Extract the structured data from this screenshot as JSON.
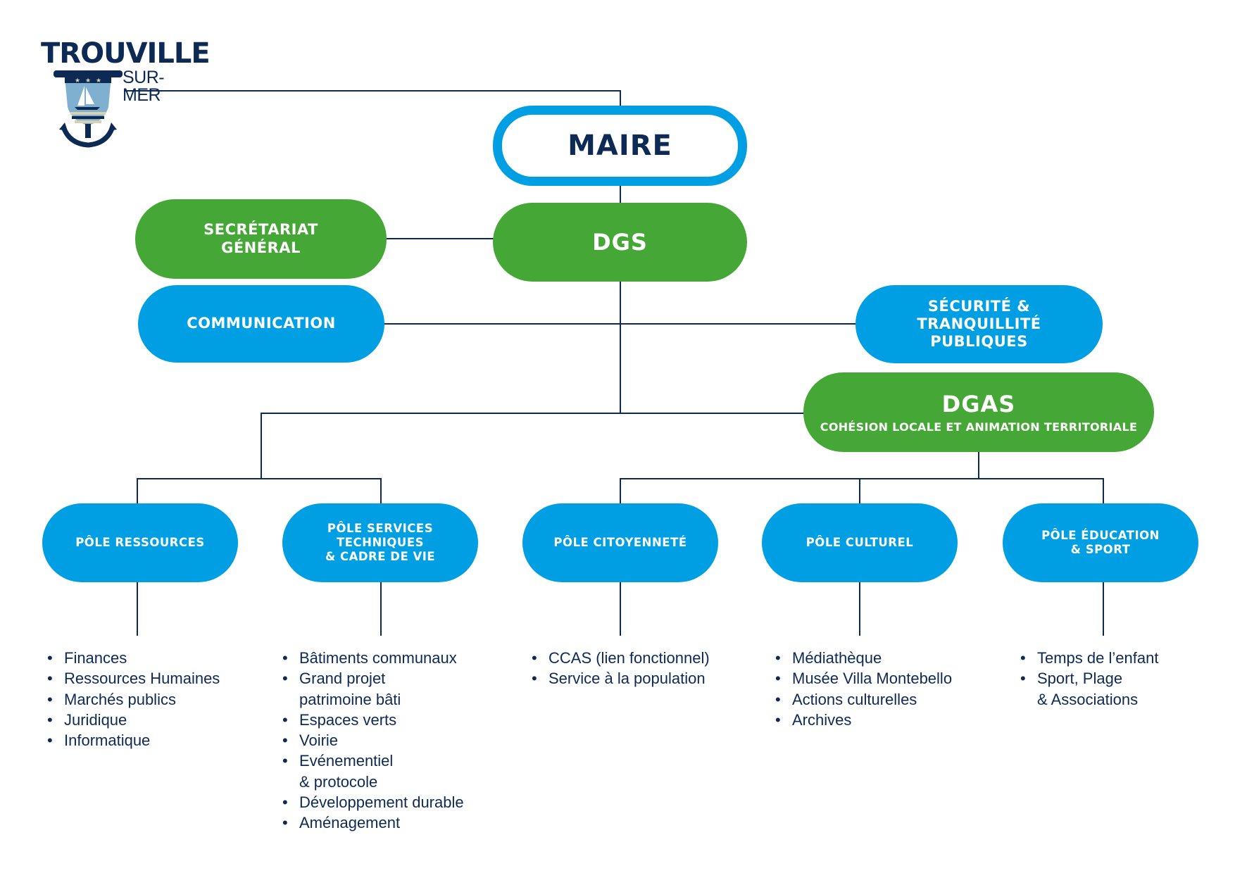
{
  "logo": {
    "title": "TROUVILLE",
    "subtitle": "SUR-MER",
    "icon": "anchor-crest-icon"
  },
  "colors": {
    "navy": "#0d2a55",
    "blue": "#009fe3",
    "green": "#45a735"
  },
  "nodes": {
    "maire": "MAIRE",
    "dgs": "DGS",
    "secretariat": "SECRÉTARIAT\nGÉNÉRAL",
    "communication": "COMMUNICATION",
    "securite": "SÉCURITÉ &\nTRANQUILLITÉ\nPUBLIQUES",
    "dgas": {
      "title": "DGAS",
      "subtitle": "COHÉSION LOCALE ET ANIMATION TERRITORIALE"
    }
  },
  "poles": [
    {
      "label": "PÔLE RESSOURCES",
      "services": [
        "Finances",
        "Ressources Humaines",
        "Marchés publics",
        "Juridique",
        "Informatique"
      ]
    },
    {
      "label": "PÔLE SERVICES\nTECHNIQUES\n& CADRE DE VIE",
      "services": [
        "Bâtiments communaux",
        "Grand projet\npatrimoine bâti",
        "Espaces verts",
        "Voirie",
        "Evénementiel\n& protocole",
        "Développement durable",
        "Aménagement"
      ]
    },
    {
      "label": "PÔLE CITOYENNETÉ",
      "services": [
        "CCAS (lien fonctionnel)",
        "Service à la population"
      ]
    },
    {
      "label": "PÔLE CULTUREL",
      "services": [
        "Médiathèque",
        "Musée Villa Montebello",
        "Actions culturelles",
        "Archives"
      ]
    },
    {
      "label": "PÔLE ÉDUCATION\n& SPORT",
      "services": [
        "Temps de l’enfant",
        "Sport, Plage\n& Associations"
      ]
    }
  ]
}
